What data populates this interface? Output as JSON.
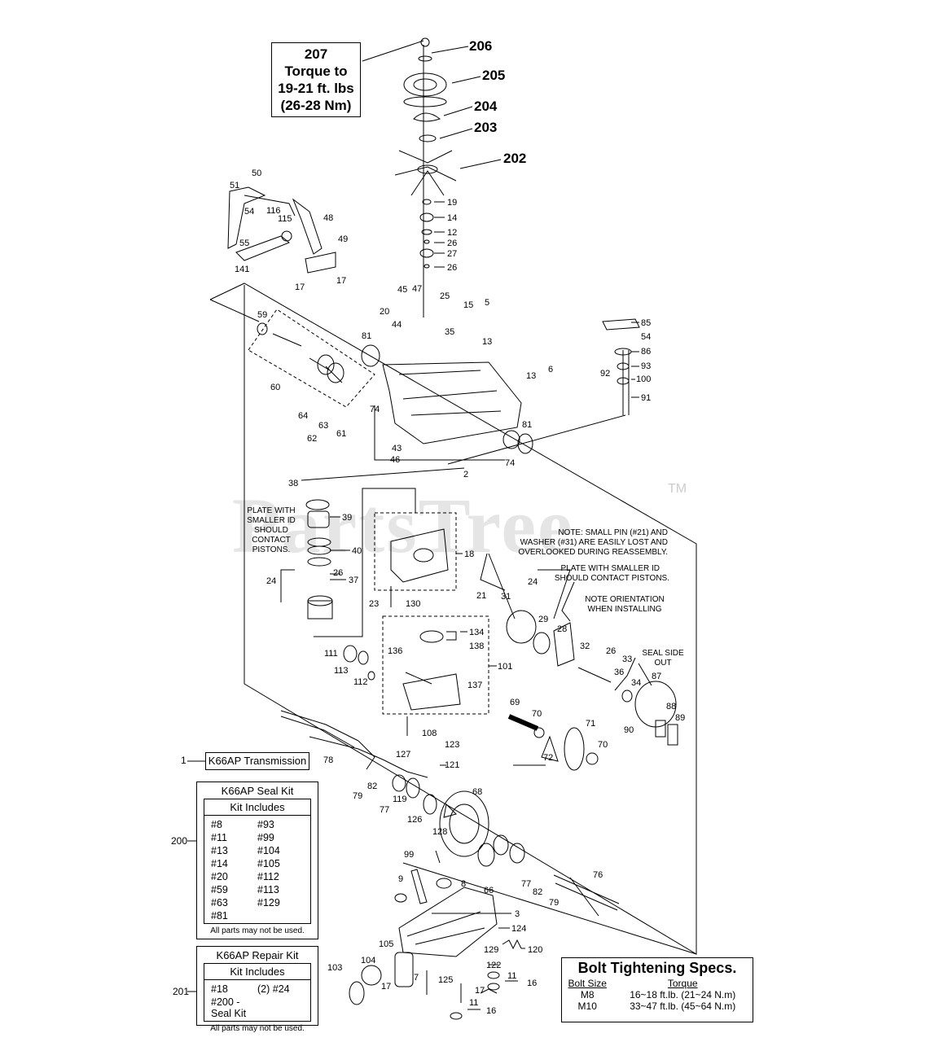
{
  "torque_note": {
    "ref": "207",
    "line1": "Torque to",
    "line2": "19-21 ft. lbs",
    "line3": "(26-28 Nm)"
  },
  "top_callouts": [
    "206",
    "205",
    "204",
    "203",
    "202"
  ],
  "callouts": {
    "c19": "19",
    "c14": "14",
    "c12": "12",
    "c26a": "26",
    "c27": "27",
    "c26b": "26",
    "c50": "50",
    "c51": "51",
    "c54a": "54",
    "c116": "116",
    "c115": "115",
    "c48": "48",
    "c49": "49",
    "c55": "55",
    "c141": "141",
    "c17a": "17",
    "c17b": "17",
    "c45": "45",
    "c47": "47",
    "c25": "25",
    "c20": "20",
    "c44": "44",
    "c35": "35",
    "c15": "15",
    "c5": "5",
    "c13a": "13",
    "c6": "6",
    "c13b": "13",
    "c59": "59",
    "c81a": "81",
    "c60": "60",
    "c64": "64",
    "c63": "63",
    "c62": "62",
    "c61": "61",
    "c74a": "74",
    "c43": "43",
    "c46": "46",
    "c74b": "74",
    "c2": "2",
    "c81b": "81",
    "c85": "85",
    "c54b": "54",
    "c86": "86",
    "c93": "93",
    "c92": "92",
    "c100": "100",
    "c91": "91",
    "c38": "38",
    "c39": "39",
    "c40": "40",
    "c26c": "26",
    "c37": "37",
    "c24a": "24",
    "c18": "18",
    "c21": "21",
    "c23": "23",
    "c130": "130",
    "c31": "31",
    "c24b": "24",
    "c29": "29",
    "c28": "28",
    "c134": "134",
    "c138": "138",
    "c136": "136",
    "c101": "101",
    "c137": "137",
    "c111": "111",
    "c113": "113",
    "c112": "112",
    "c32": "32",
    "c26d": "26",
    "c33": "33",
    "c36": "36",
    "c34": "34",
    "c87": "87",
    "c88": "88",
    "c89": "89",
    "c90": "90",
    "c69": "69",
    "c70a": "70",
    "c71": "71",
    "c72": "72",
    "c70b": "70",
    "c108": "108",
    "c123": "123",
    "c127": "127",
    "c121": "121",
    "c78": "78",
    "c79a": "79",
    "c82a": "82",
    "c77a": "77",
    "c119": "119",
    "c126": "126",
    "c68": "68",
    "c128": "128",
    "c66": "66",
    "c77b": "77",
    "c82b": "82",
    "c79b": "79",
    "c76": "76",
    "c99": "99",
    "c9": "9",
    "c8": "8",
    "c3": "3",
    "c124": "124",
    "c129": "129",
    "c120": "120",
    "c122": "122",
    "c103": "103",
    "c104": "104",
    "c105": "105",
    "c7": "7",
    "c125": "125",
    "c11a": "11",
    "c16a": "16",
    "c17c": "17",
    "c17d": "17",
    "c11b": "11",
    "c16b": "16"
  },
  "notes": {
    "plate_left": [
      "PLATE WITH",
      "SMALLER ID",
      "SHOULD",
      "CONTACT",
      "PISTONS."
    ],
    "small_pin": [
      "NOTE: SMALL PIN (#21) AND",
      "WASHER (#31) ARE EASILY LOST AND",
      "OVERLOOKED DURING REASSEMBLY."
    ],
    "plate_right": [
      "PLATE WITH SMALLER ID",
      "SHOULD CONTACT PISTONS."
    ],
    "orientation": [
      "NOTE ORIENTATION",
      "WHEN INSTALLING"
    ],
    "seal_side": [
      "SEAL SIDE",
      "OUT"
    ]
  },
  "transmission": {
    "ref": "1",
    "label": "K66AP Transmission"
  },
  "seal_kit": {
    "ref": "200",
    "title": "K66AP Seal Kit",
    "includes_label": "Kit Includes",
    "items": [
      "#8",
      "#93",
      "#11",
      "#99",
      "#13",
      "#104",
      "#14",
      "#105",
      "#20",
      "#112",
      "#59",
      "#113",
      "#63",
      "#129",
      "#81",
      ""
    ],
    "footnote": "All parts may not be used."
  },
  "repair_kit": {
    "ref": "201",
    "title": "K66AP Repair Kit",
    "includes_label": "Kit Includes",
    "items": [
      "#18",
      "(2) #24",
      "#200 - Seal Kit",
      ""
    ],
    "footnote": "All parts may not be used."
  },
  "bolt_specs": {
    "title": "Bolt Tightening Specs.",
    "col_size": "Bolt Size",
    "col_torque": "Torque",
    "rows": [
      {
        "size": "M8",
        "torque": "16~18 ft.lb. (21~24 N.m)"
      },
      {
        "size": "M10",
        "torque": "33~47 ft.lb. (45~64 N.m)"
      }
    ]
  },
  "watermark": {
    "text": "PartsTree",
    "tm": "TM"
  }
}
